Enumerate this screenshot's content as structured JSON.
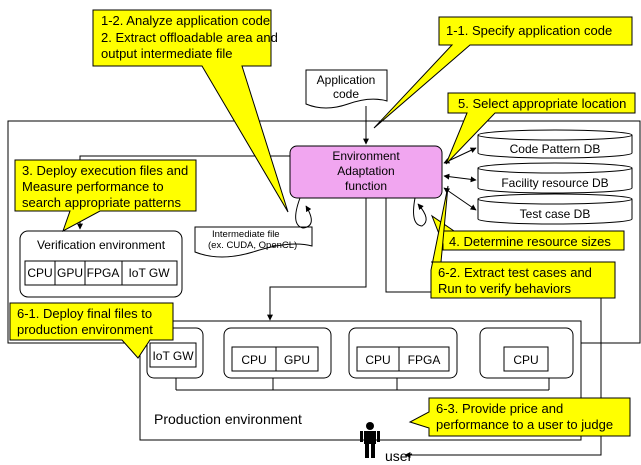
{
  "callouts": {
    "analyze": [
      "1-2. Analyze application code",
      "2. Extract offloadable area and",
      "output intermediate file"
    ],
    "specify": [
      "1-1.  Specify application code"
    ],
    "select_location": [
      "5. Select appropriate location"
    ],
    "deploy_measure": [
      "3. Deploy execution files and",
      "Measure performance to",
      "search appropriate patterns"
    ],
    "resource_sizes": [
      "4. Determine resource sizes"
    ],
    "test_cases": [
      "6-2. Extract test cases and",
      "Run to verify behaviors"
    ],
    "deploy_final": [
      "6-1. Deploy final files to",
      "production environment"
    ],
    "price": [
      "6-3. Provide price and",
      "performance to a user to judge"
    ]
  },
  "application_code": [
    "Application",
    "code"
  ],
  "adaptation_function": [
    "Environment",
    "Adaptation",
    "function"
  ],
  "databases": {
    "code_pattern": "Code Pattern DB",
    "facility": "Facility resource DB",
    "test_case": "Test case DB"
  },
  "intermediate_file": [
    "Intermediate file",
    "(ex. CUDA, OpenCL)"
  ],
  "verification": {
    "title": "Verification environment",
    "cells": [
      "CPU",
      "GPU",
      "FPGA",
      "IoT GW"
    ]
  },
  "production": {
    "title": "Production environment",
    "units": [
      [
        "IoT GW"
      ],
      [
        "CPU",
        "GPU"
      ],
      [
        "CPU",
        "FPGA"
      ],
      [
        "CPU"
      ]
    ]
  },
  "user_label": "user",
  "colors": {
    "callout": "#ffff00",
    "adaptation": "#f1a6f0",
    "line": "#000000"
  }
}
